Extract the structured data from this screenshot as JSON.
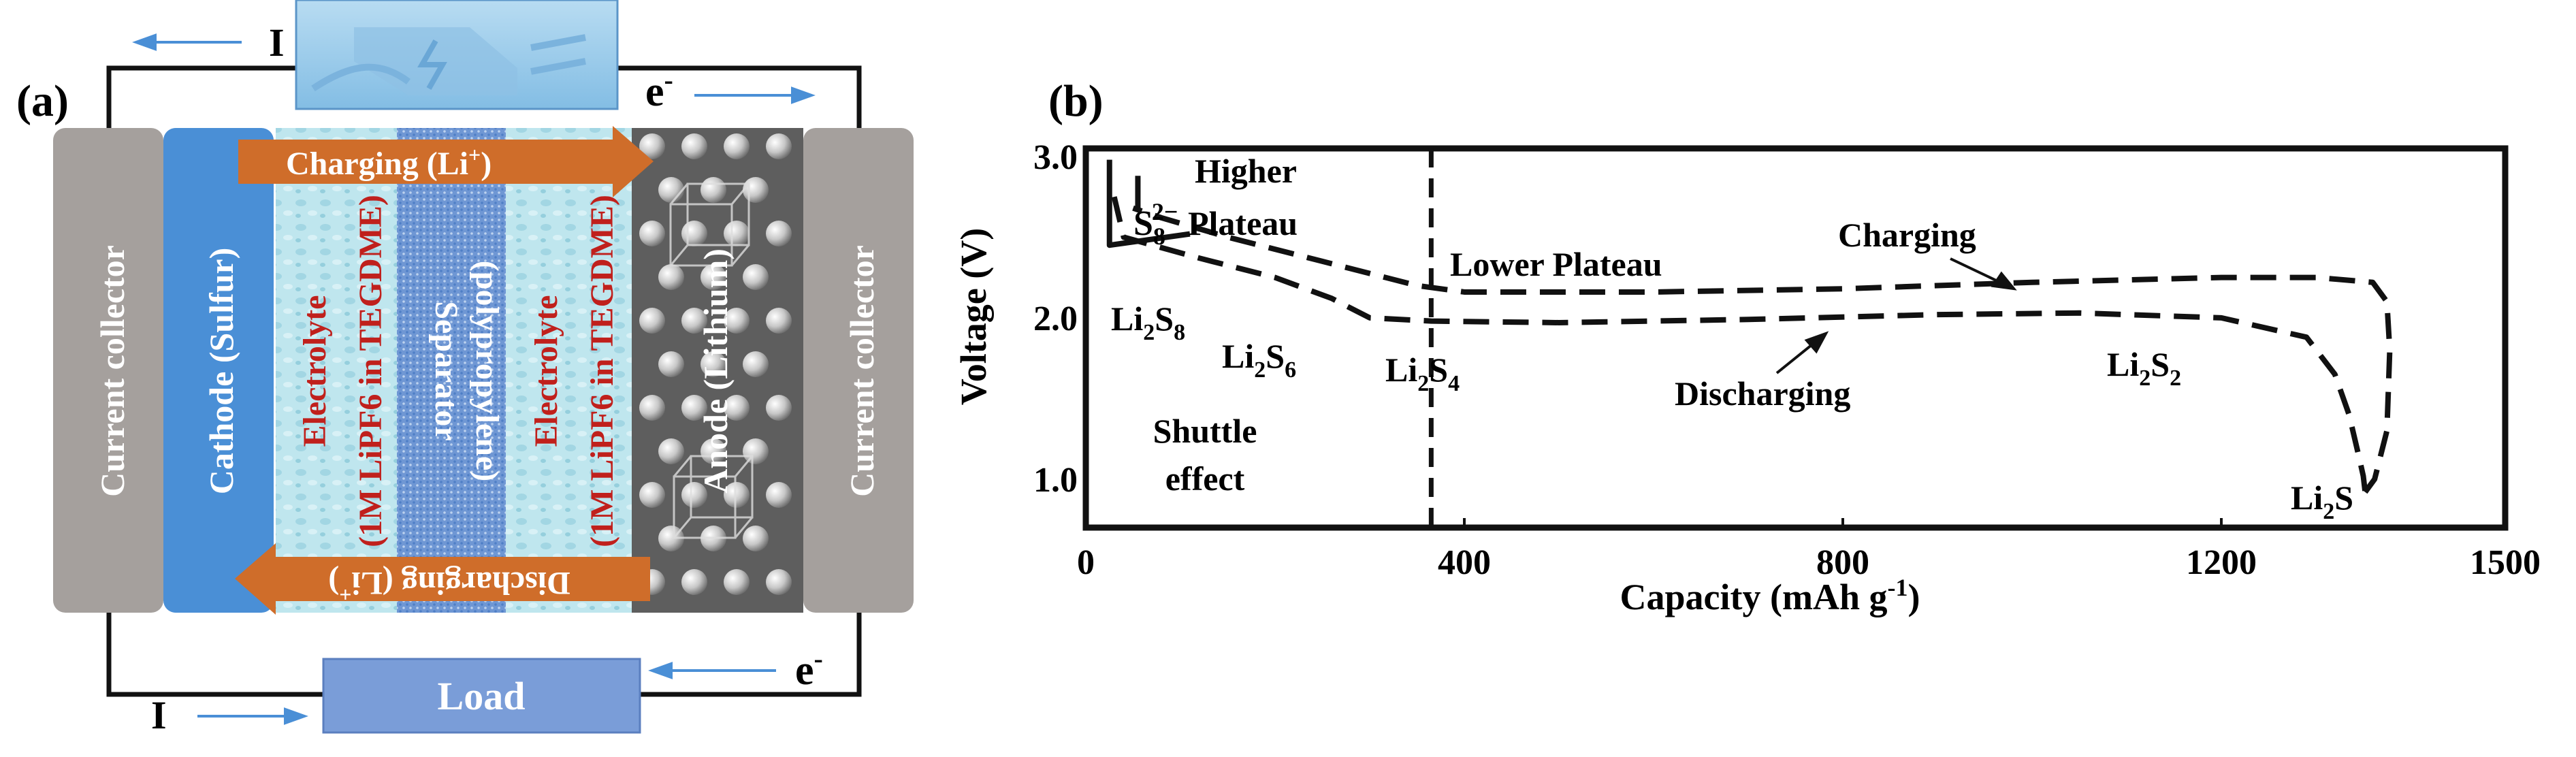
{
  "panel_a": {
    "label": "(a)",
    "current_label_top": "I",
    "current_label_bottom": "I",
    "electron_label_top": "e",
    "electron_label_bottom": "e",
    "electron_superscript": "-",
    "load_label": "Load",
    "left_collector": "Current collector",
    "right_collector": "Current collector",
    "cathode": "Cathode (Sulfur)",
    "electrolyte_line1": "Electrolyte",
    "electrolyte_line2": "(1M LiPF6 in TEGDME)",
    "separator_line1": "Separator",
    "separator_line2": "(polypropylene)",
    "anode": "Anode (Lithium)",
    "charging_arrow": "Charging (Li",
    "discharging_arrow": "Discharging (Li",
    "ion_superscript": "+",
    "close_paren": ")",
    "colors": {
      "collector": "#a5a09d",
      "cathode": "#4a8fd6",
      "electrolyte": "#bfe6ee",
      "separator": "#6f97d4",
      "anode": "#5e5e5e",
      "arrow": "#cf6d2a",
      "red_text": "#c0201c",
      "load": "#7a9dd8",
      "charger": "#9ccbea"
    }
  },
  "panel_b": {
    "label": "(b)",
    "annotations": {
      "higher_plateau_1": "Higher",
      "higher_plateau_2": "Plateau",
      "s8_base": "S",
      "s8_sub": "8",
      "s8_sup": "2−",
      "lower_plateau": "Lower Plateau",
      "charging": "Charging",
      "discharging": "Discharging",
      "li2s8_a": "Li",
      "li2s8_b": "2",
      "li2s8_c": "S",
      "li2s8_d": "8",
      "li2s6_d": "6",
      "li2s4_d": "4",
      "li2s2_d": "2",
      "li2s": "S",
      "shuttle_1": "Shuttle",
      "shuttle_2": "effect"
    }
  },
  "chart_data": {
    "type": "line",
    "xlabel_main": "Capacity (mAh g",
    "xlabel_sup": "-1",
    "xlabel_end": ")",
    "ylabel": "Voltage (V)",
    "xlim": [
      0,
      1500
    ],
    "ylim": [
      0.7,
      3.05
    ],
    "x_ticks": [
      0,
      400,
      800,
      1200,
      1500
    ],
    "y_ticks": [
      1.0,
      2.0,
      3.0
    ],
    "x_tick_labels": [
      "0",
      "400",
      "800",
      "1200",
      "1500"
    ],
    "y_tick_labels": [
      "1.0",
      "2.0",
      "3.0"
    ],
    "region_divider_x": 365,
    "series": [
      {
        "key": "discharge",
        "style": "dashed",
        "x": [
          30,
          40,
          120,
          200,
          260,
          300,
          365,
          500,
          700,
          900,
          1050,
          1200,
          1290,
          1320,
          1335,
          1345,
          1350,
          1352
        ],
        "y": [
          2.75,
          2.5,
          2.37,
          2.25,
          2.12,
          2.0,
          1.98,
          1.97,
          1.99,
          2.02,
          2.03,
          2.0,
          1.88,
          1.65,
          1.4,
          1.15,
          1.02,
          0.92
        ]
      },
      {
        "key": "charge",
        "style": "dashed",
        "x": [
          1352,
          1362,
          1375,
          1378,
          1375,
          1360,
          1300,
          1200,
          1000,
          800,
          600,
          400,
          350,
          250,
          150,
          80,
          50
        ],
        "y": [
          0.92,
          1.0,
          1.3,
          1.8,
          2.1,
          2.22,
          2.25,
          2.25,
          2.22,
          2.18,
          2.16,
          2.16,
          2.2,
          2.35,
          2.5,
          2.62,
          2.68
        ]
      },
      {
        "key": "steep_solid_1",
        "style": "solid",
        "x": [
          25,
          25,
          110
        ],
        "y": [
          2.98,
          2.45,
          2.52
        ]
      },
      {
        "key": "steep_solid_2",
        "style": "solid",
        "x": [
          55,
          55
        ],
        "y": [
          2.88,
          2.67
        ]
      }
    ]
  }
}
